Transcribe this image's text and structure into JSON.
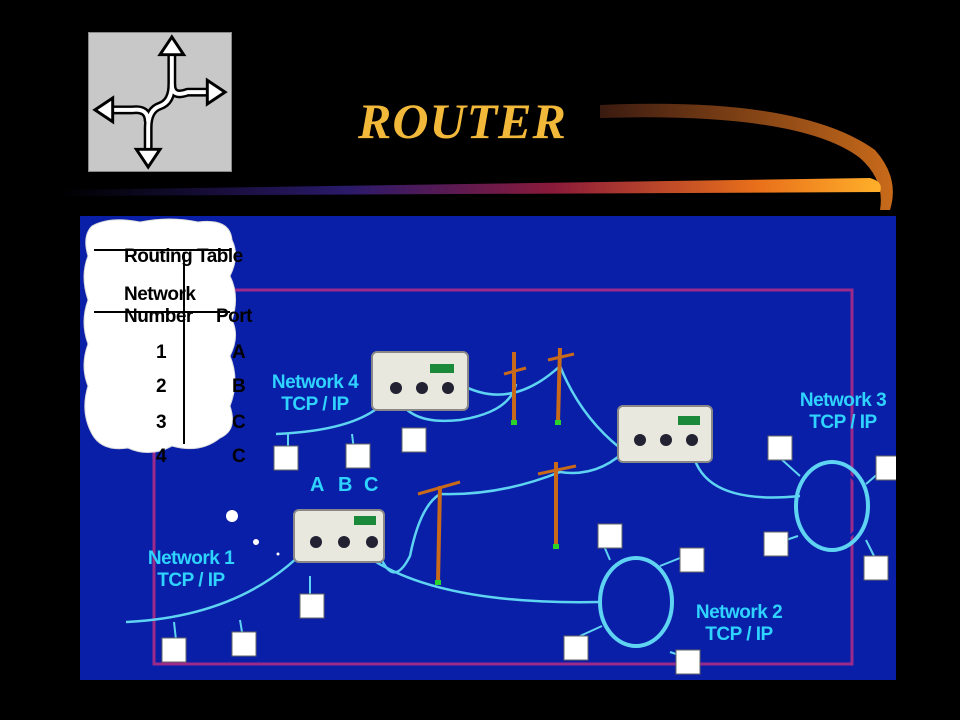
{
  "slide": {
    "title": "ROUTER",
    "icon": "crossroads-arrows-icon"
  },
  "routing_table": {
    "title": "Routing Table",
    "col_network_line1": "Network",
    "col_network_line2": "Number",
    "col_port": "Port",
    "rows": [
      {
        "network": "1",
        "port": "A"
      },
      {
        "network": "2",
        "port": "B"
      },
      {
        "network": "3",
        "port": "C"
      },
      {
        "network": "4",
        "port": "C"
      }
    ]
  },
  "router_ports": {
    "a": "A",
    "b": "B",
    "c": "C"
  },
  "networks": [
    {
      "name": "Network 1",
      "protocol": "TCP / IP"
    },
    {
      "name": "Network 2",
      "protocol": "TCP / IP"
    },
    {
      "name": "Network 3",
      "protocol": "TCP / IP"
    },
    {
      "name": "Network 4",
      "protocol": "TCP / IP"
    }
  ],
  "colors": {
    "title": "#f2b83a",
    "diagram_background": "#0a1fa8",
    "cable": "#5fd4f2",
    "boundary": "#9b2a8a",
    "label": "#2ed3ff"
  }
}
